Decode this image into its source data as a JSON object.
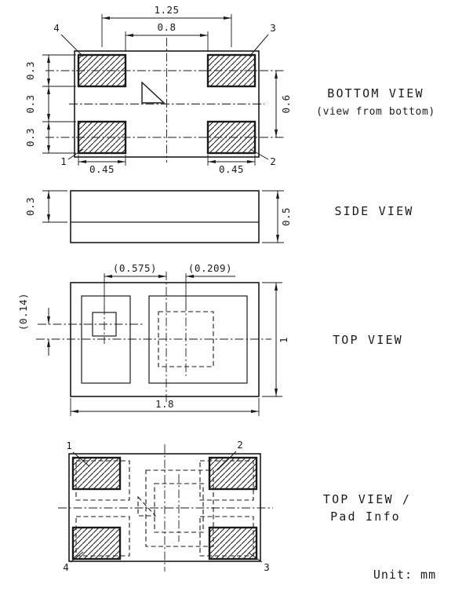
{
  "sheet": {
    "unit_note": "Unit: mm"
  },
  "bottom_view": {
    "title": "BOTTOM VIEW",
    "subtitle": "(view from bottom)",
    "dim_pad_pitch_h": "1.25",
    "dim_pad_gap_h": "0.8",
    "dim_pad_height_top": "0.3",
    "dim_pad_gap_v": "0.3",
    "dim_pad_height_bottom": "0.3",
    "dim_pad_pitch_v": "0.6",
    "dim_pad_width_left": "0.45",
    "dim_pad_width_right": "0.45",
    "pin_1": "1",
    "pin_2": "2",
    "pin_3": "3",
    "pin_4": "4"
  },
  "side_view": {
    "title": "SIDE VIEW",
    "dim_lid_height": "0.3",
    "dim_total_height": "0.5"
  },
  "top_view": {
    "title": "TOP VIEW",
    "dim_offset_x1": "(0.575)",
    "dim_offset_x2": "(0.209)",
    "dim_offset_y": "(0.14)",
    "dim_body_height": "1",
    "dim_body_width": "1.8"
  },
  "pad_info_view": {
    "title_line1": "TOP VIEW /",
    "title_line2": "Pad Info",
    "pin_1": "1",
    "pin_2": "2",
    "pin_3": "3",
    "pin_4": "4"
  }
}
